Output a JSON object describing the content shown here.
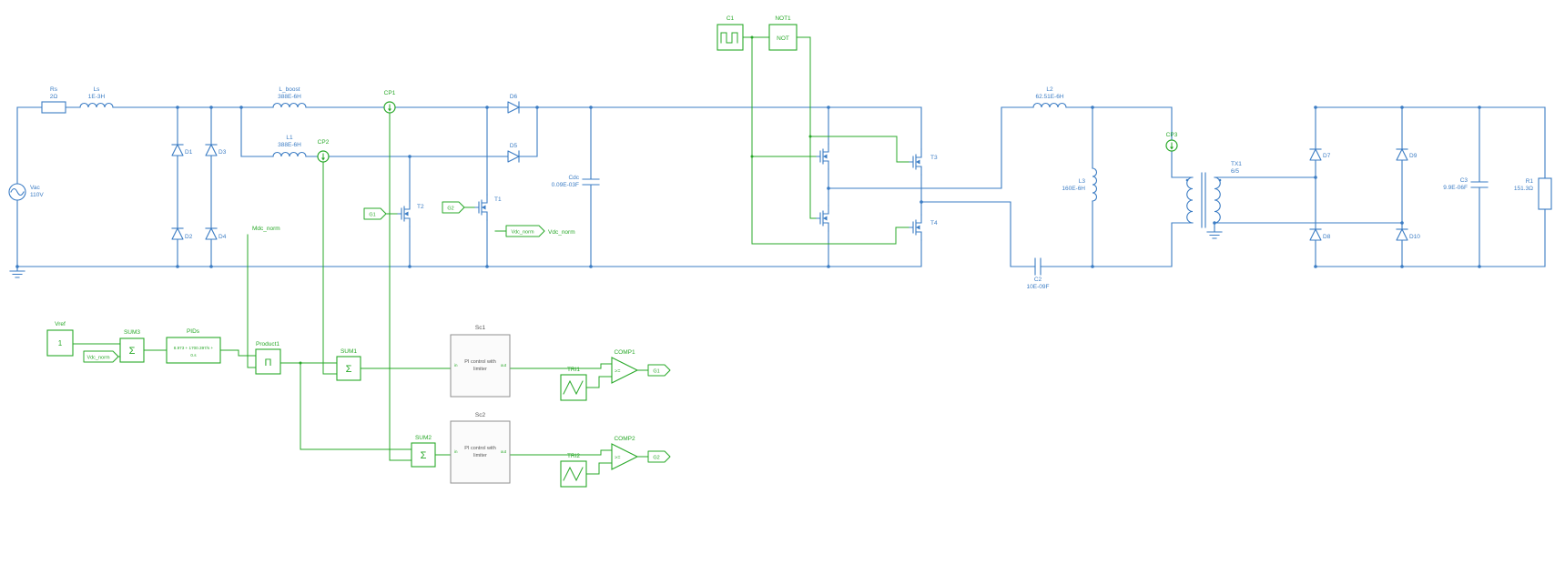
{
  "colors": {
    "power_wire": "#3b7cc4",
    "signal_wire": "#28a828",
    "subsystem_border": "#8f8f8f",
    "background": "#ffffff"
  },
  "power": {
    "vac": {
      "name": "Vac",
      "value": "110V"
    },
    "rs": {
      "name": "Rs",
      "value": "2Ω"
    },
    "ls": {
      "name": "Ls",
      "value": "1E-3H"
    },
    "d1": {
      "name": "D1"
    },
    "d2": {
      "name": "D2"
    },
    "d3": {
      "name": "D3"
    },
    "d4": {
      "name": "D4"
    },
    "l_boost": {
      "name": "L_boost",
      "value": "388E-6H"
    },
    "l1": {
      "name": "L1",
      "value": "388E-6H"
    },
    "cp1": {
      "name": "CP1"
    },
    "cp2": {
      "name": "CP2"
    },
    "cp3": {
      "name": "CP3"
    },
    "g1_from": {
      "name": "G1"
    },
    "g2_from": {
      "name": "G2"
    },
    "t1": {
      "name": "T1"
    },
    "t2": {
      "name": "T2"
    },
    "t3": {
      "name": "T3"
    },
    "t4": {
      "name": "T4"
    },
    "d5": {
      "name": "D5"
    },
    "d6": {
      "name": "D6"
    },
    "cdc": {
      "name": "Cdc",
      "value": "0.09E-03F"
    },
    "vdc_goto": {
      "name": "Vdc_norm"
    },
    "vdc_norm_text": {
      "name": "Vdc_norm"
    },
    "mdc_norm_text": {
      "name": "Mdc_norm"
    },
    "c1": {
      "name": "C1"
    },
    "not1": {
      "name": "NOT1",
      "text": "NOT"
    },
    "l2": {
      "name": "L2",
      "value": "62.51E-6H"
    },
    "l3": {
      "name": "L3",
      "value": "160E-6H"
    },
    "c2": {
      "name": "C2",
      "value": "10E-09F"
    },
    "tx1": {
      "name": "TX1",
      "value": "6/5"
    },
    "d7": {
      "name": "D7"
    },
    "d8": {
      "name": "D8"
    },
    "d9": {
      "name": "D9"
    },
    "d10": {
      "name": "D10"
    },
    "c3": {
      "name": "C3",
      "value": "9.9E-06F"
    },
    "r1": {
      "name": "R1",
      "value": "151.3Ω"
    }
  },
  "control": {
    "vref": {
      "name": "Vref",
      "value": "1"
    },
    "sum3": {
      "name": "SUM3",
      "symbol": "Σ"
    },
    "vdc_from": {
      "name": "Vdc_norm"
    },
    "pids": {
      "name": "PIDs",
      "expression_line1": "8.973 + 1700.397/s +",
      "expression_line2": "0.s"
    },
    "product1": {
      "name": "Product1",
      "symbol": "Π"
    },
    "sum1": {
      "name": "SUM1",
      "symbol": "Σ"
    },
    "sum2": {
      "name": "SUM2",
      "symbol": "Σ"
    },
    "sc1": {
      "name": "Sc1",
      "text_line1": "PI control with",
      "text_line2": "limiter",
      "in_port": "in",
      "out_port": "out"
    },
    "sc2": {
      "name": "Sc2",
      "text_line1": "PI control with",
      "text_line2": "limiter",
      "in_port": "in",
      "out_port": "out"
    },
    "tri1": {
      "name": "TRI1"
    },
    "tri2": {
      "name": "TRI2"
    },
    "comp1": {
      "name": "COMP1",
      "operator": ">="
    },
    "comp2": {
      "name": "COMP2",
      "operator": ">="
    },
    "g1_goto": {
      "name": "G1"
    },
    "g2_goto": {
      "name": "G2"
    }
  }
}
